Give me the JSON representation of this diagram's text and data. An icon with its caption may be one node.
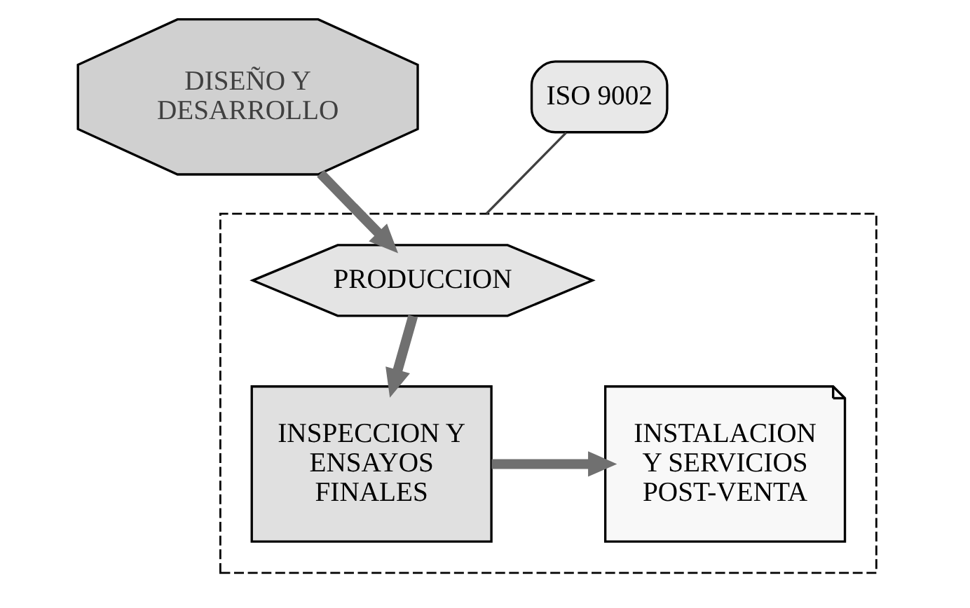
{
  "diagram": {
    "nodes": [
      {
        "text": [
          "DISEÑO Y DESARROLLO"
        ]
      },
      {
        "text": [],
        "shape": "box"
      },
      {
        "text": [
          "PRODUCCION"
        ],
        "in": 1
      },
      {
        "text": [
          "INSPECCION Y ENSAYOS FINALES"
        ],
        "in": 1
      },
      {
        "text": [
          "INSTALACION Y SERVICIOS POST-VENTA"
        ],
        "in": 1
      },
      {
        "text": [
          "ISO 9002"
        ]
      }
    ],
    "edges": [
      {
        "from": 0,
        "to": 2,
        "arrow": "to"
      },
      {
        "from": 2,
        "to": 3,
        "arrow": "to"
      },
      {
        "from": 3,
        "to": 4,
        "arrow": "to"
      },
      {
        "from": 5,
        "to": 1,
        "arrow": "none"
      }
    ]
  }
}
